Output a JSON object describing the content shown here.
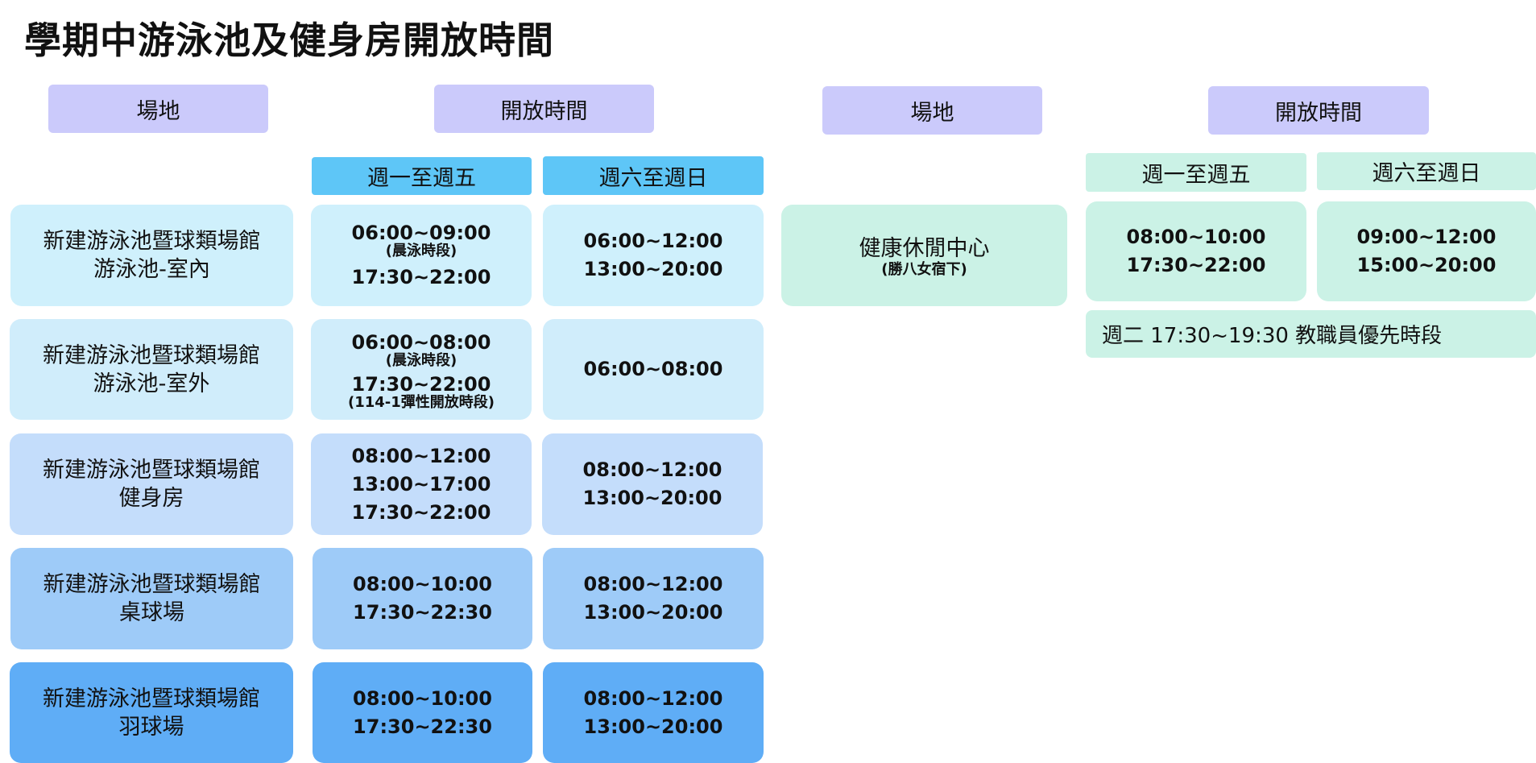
{
  "title": "學期中游泳池及健身房開放時間",
  "left": {
    "venue_header": "場地",
    "time_header": "開放時間",
    "weekday_header": "週一至週五",
    "weekend_header": "週六至週日",
    "rows": [
      {
        "venue_line1": "新建游泳池暨球類場館",
        "venue_line2": "游泳池-室內",
        "weekday": {
          "t1": "06:00~09:00",
          "n1": "(晨泳時段)",
          "t2": "17:30~22:00"
        },
        "weekend": {
          "t1": "06:00~12:00",
          "t2": "13:00~20:00"
        }
      },
      {
        "venue_line1": "新建游泳池暨球類場館",
        "venue_line2": "游泳池-室外",
        "weekday": {
          "t1": "06:00~08:00",
          "n1": "(晨泳時段)",
          "t2": "17:30~22:00",
          "n2": "(114-1彈性開放時段)"
        },
        "weekend": {
          "t1": "06:00~08:00"
        }
      },
      {
        "venue_line1": "新建游泳池暨球類場館",
        "venue_line2": "健身房",
        "weekday": {
          "t1": "08:00~12:00",
          "t2": "13:00~17:00",
          "t3": "17:30~22:00"
        },
        "weekend": {
          "t1": "08:00~12:00",
          "t2": "13:00~20:00"
        }
      },
      {
        "venue_line1": "新建游泳池暨球類場館",
        "venue_line2": "桌球場",
        "weekday": {
          "t1": "08:00~10:00",
          "t2": "17:30~22:30"
        },
        "weekend": {
          "t1": "08:00~12:00",
          "t2": "13:00~20:00"
        }
      },
      {
        "venue_line1": "新建游泳池暨球類場館",
        "venue_line2": "羽球場",
        "weekday": {
          "t1": "08:00~10:00",
          "t2": "17:30~22:30"
        },
        "weekend": {
          "t1": "08:00~12:00",
          "t2": "13:00~20:00"
        }
      }
    ]
  },
  "right": {
    "venue_header": "場地",
    "time_header": "開放時間",
    "weekday_header": "週一至週五",
    "weekend_header": "週六至週日",
    "venue_line1": "健康休閒中心",
    "venue_line2": "(勝八女宿下)",
    "weekday": {
      "t1": "08:00~10:00",
      "t2": "17:30~22:00"
    },
    "weekend": {
      "t1": "09:00~12:00",
      "t2": "15:00~20:00"
    },
    "note": "週二 17:30~19:30 教職員優先時段"
  },
  "colors": {
    "header_purple": "#cbcafb",
    "subheader_blue": "#5ec6f7",
    "right_green": "#cbf2e6",
    "row_colors": [
      "#cff0fc",
      "#d0edfb",
      "#c4ddfb",
      "#9ecbf8",
      "#5fadf6"
    ]
  }
}
